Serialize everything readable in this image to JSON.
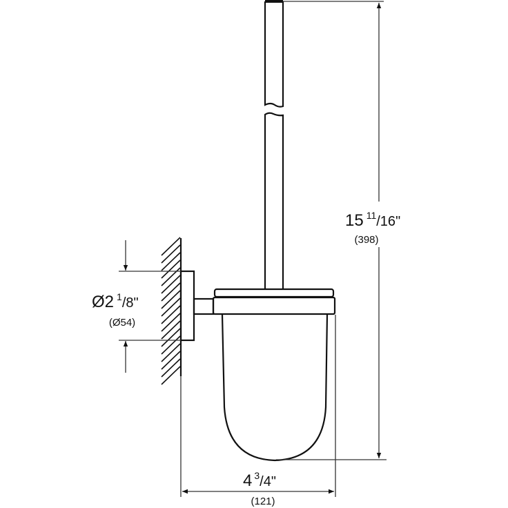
{
  "dimensions": {
    "height": {
      "main": "15",
      "fraction_num": "11",
      "fraction_den": "/16",
      "unit": "\"",
      "metric": "(398)"
    },
    "width": {
      "main": "4",
      "fraction_num": "3",
      "fraction_den": "/4",
      "unit": "\"",
      "metric": "(121)"
    },
    "rosette_diameter": {
      "main": "Ø2",
      "fraction_num": "1",
      "fraction_den": "/8",
      "unit": "\"",
      "metric": "(Ø54)"
    }
  },
  "colors": {
    "line": "#111111",
    "dimension_line": "#333333"
  }
}
